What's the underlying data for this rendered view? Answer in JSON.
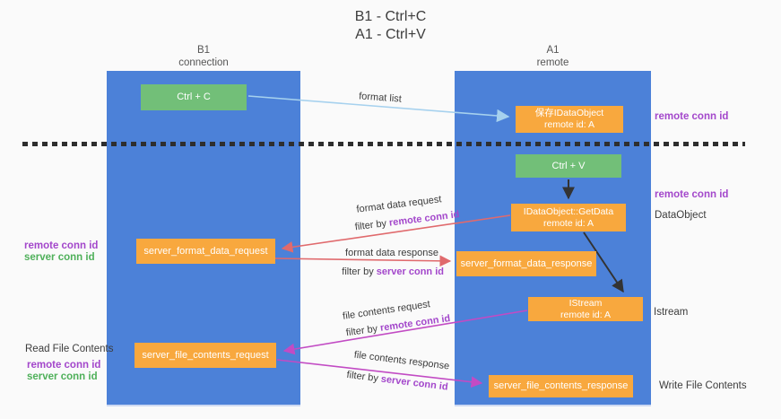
{
  "title": {
    "line1": "B1 - Ctrl+C",
    "line2": "A1 - Ctrl+V"
  },
  "lanes": {
    "left": {
      "name": "B1",
      "role": "connection"
    },
    "right": {
      "name": "A1",
      "role": "remote"
    }
  },
  "boxes": {
    "ctrl_c": "Ctrl + C",
    "ctrl_v": "Ctrl + V",
    "save_dataobject": {
      "line1": "保存IDataObject",
      "line2": "remote id: A"
    },
    "getdata": {
      "line1": "IDataObject::GetData",
      "line2": "remote id: A"
    },
    "istream": {
      "line1": "IStream",
      "line2": "remote id: A"
    },
    "format_request": "server_format_data_request",
    "format_response": "server_format_data_response",
    "file_request": "server_file_contents_request",
    "file_response": "server_file_contents_response"
  },
  "flow_labels": {
    "format_list": "format list",
    "format_data_request": "format data request",
    "format_data_response": "format data response",
    "file_contents_request": "file contents request",
    "file_contents_response": "file contents response",
    "filter_by": "filter by "
  },
  "conn_ids": {
    "remote": "remote conn id",
    "server": "server conn id"
  },
  "side_labels": {
    "dataobject": "DataObject",
    "istream": "Istream",
    "read_file_contents": "Read File Contents",
    "write_file_contents": "Write File Contents"
  },
  "colors": {
    "lane_blue": "#4c81d8",
    "box_green": "#72bf78",
    "box_orange": "#f8a83e",
    "arrow_light_blue": "#a6d1ee",
    "arrow_salmon": "#e06a6d",
    "arrow_magenta": "#c24bc4",
    "arrow_black": "#333333",
    "text_purple": "#a347cb",
    "text_green": "#4fb05a",
    "text_dark": "#3c3c3c",
    "background": "#fafafa"
  }
}
